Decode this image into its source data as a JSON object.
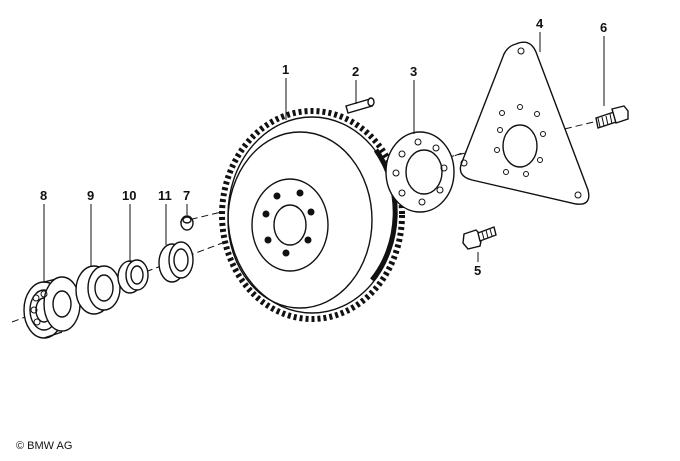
{
  "diagram": {
    "callouts": [
      {
        "id": "1",
        "label": "1"
      },
      {
        "id": "2",
        "label": "2"
      },
      {
        "id": "3",
        "label": "3"
      },
      {
        "id": "4",
        "label": "4"
      },
      {
        "id": "5",
        "label": "5"
      },
      {
        "id": "6",
        "label": "6"
      },
      {
        "id": "7",
        "label": "7"
      },
      {
        "id": "8",
        "label": "8"
      },
      {
        "id": "9",
        "label": "9"
      },
      {
        "id": "10",
        "label": "10"
      },
      {
        "id": "11",
        "label": "11"
      }
    ]
  },
  "footer": {
    "copyright": "© BMW AG"
  }
}
